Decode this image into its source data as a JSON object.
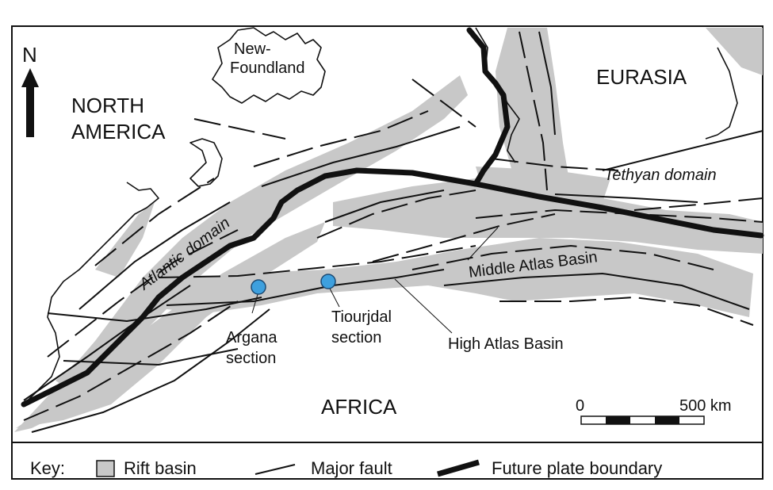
{
  "map": {
    "north_label": "N",
    "landmasses": {
      "north_america": [
        "NORTH",
        "AMERICA"
      ],
      "newfoundland": [
        "New-",
        "Foundland"
      ],
      "eurasia": "EURASIA",
      "africa": "AFRICA"
    },
    "domains": {
      "atlantic": "Atlantic domain",
      "tethyan": "Tethyan domain"
    },
    "basins": {
      "middle_atlas": "Middle Atlas Basin",
      "high_atlas": "High Atlas Basin"
    },
    "sites": [
      {
        "name": "argana",
        "label": [
          "Argana",
          "section"
        ]
      },
      {
        "name": "tiourjdal",
        "label": [
          "Tiourjdal",
          "section"
        ]
      }
    ],
    "scale_bar": {
      "start": "0",
      "end": "500 km"
    }
  },
  "key": {
    "title": "Key:",
    "items": [
      {
        "name": "rift-basin",
        "label": "Rift basin"
      },
      {
        "name": "major-fault",
        "label": "Major fault"
      },
      {
        "name": "plate-boundary",
        "label": "Future plate boundary"
      }
    ]
  },
  "colors": {
    "rift_basin_fill": "#c8c8c8",
    "site_marker": "#3ea0de",
    "line": "#111111"
  }
}
